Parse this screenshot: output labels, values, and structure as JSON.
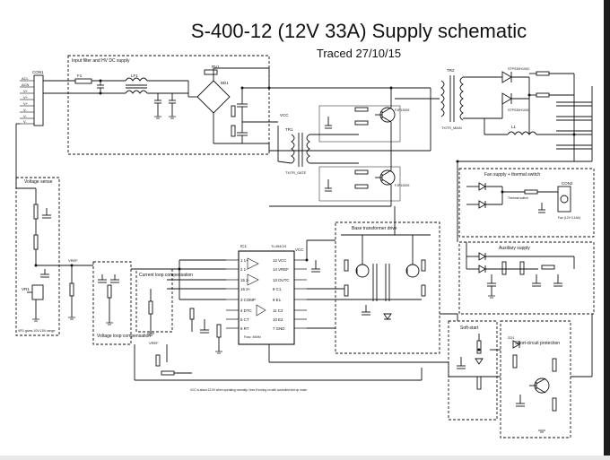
{
  "title": "S-400-12 (12V 33A) Supply schematic",
  "subtitle": "Traced 27/10/15",
  "blocks": {
    "input_filter": "Input filter and HV DC supply",
    "voltage_sense": "Voltage sense",
    "voltage_sense_note": "VR1 gives 10V-15V range",
    "voltage_loop": "Voltage loop compensation",
    "current_loop": "Current loop compensation",
    "base_drive": "Base transformer drive",
    "fan_supply": "Fan supply + thermal switch",
    "aux_supply": "Auxiliary supply",
    "soft_start": "Soft-start",
    "short_circuit": "Short-circuit protection"
  },
  "notes": {
    "vcc_note": "VCC is about 22.5V when operating normally / less if turning on with controlled fold up mode",
    "ic_osc": "Fosc: 40kHz",
    "thermal": "Thermal switch",
    "fan": "Fan (12V 0.15A)"
  },
  "components": {
    "con1": "CON1",
    "f1": "F1",
    "lf1": "LF1",
    "bd1": "BD1",
    "rv1": "RV1",
    "tr1": "TR1",
    "tr2": "TR2",
    "tr1_name": "TX/TR_GATE",
    "tr2_name": "TX/TR_MAIN",
    "ic1": "IC1",
    "ic1_part": "TL494CN",
    "l1": "L1",
    "d_out1": "STPS30H100C",
    "d_out2": "STPS30H100C",
    "q1": "FJP13009",
    "q2": "FJP13009",
    "vcc": "VCC",
    "vref": "VREF",
    "vr1": "VR1",
    "con2": "CON2",
    "zd1": "ZD1"
  },
  "ic_pins": {
    "left": [
      "1 1+",
      "2 1-",
      "15 2-",
      "16 2+",
      "3 COMP",
      "4 DTC",
      "5 CT",
      "6 RT"
    ],
    "right": [
      "12 VCC",
      "14 VREF",
      "13 OUTC",
      "8 C1",
      "9 E1",
      "11 C2",
      "10 E2",
      "7 GND"
    ]
  },
  "connector_pins": [
    "ACL",
    "ACN",
    "V+",
    "V+",
    "V+",
    "V-",
    "V-",
    "V-"
  ],
  "colors": {
    "wire": "#111111",
    "box": "#222222",
    "background": "#ffffff"
  }
}
